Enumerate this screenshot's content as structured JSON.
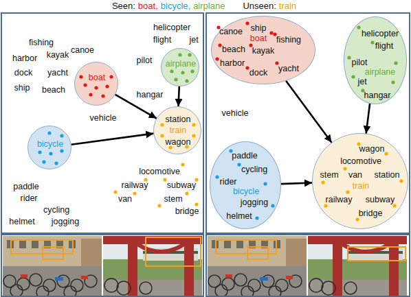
{
  "diagram": {
    "nodes": [
      {
        "text": [
          "boat"
        ]
      },
      {
        "text": [
          "airplane"
        ]
      },
      {
        "text": [
          "bicycle"
        ]
      },
      {
        "text": [
          "station",
          "train",
          "wagon"
        ]
      },
      {
        "text": [
          "canoe",
          "ship",
          "boat",
          "fishing",
          "beach",
          "kayak",
          "harbor",
          "dock",
          "yacht"
        ]
      },
      {
        "text": [
          "helicopter",
          "flight",
          "pilot",
          "airplane",
          "jet",
          "hangar"
        ]
      },
      {
        "text": [
          "paddle",
          "cycling",
          "rider",
          "bicycle",
          "jogging",
          "helmet"
        ]
      },
      {
        "text": [
          "wagon",
          "locomotive",
          "stem",
          "van",
          "station",
          "train",
          "subway",
          "railway",
          "bridge"
        ]
      }
    ],
    "edges": [
      {
        "from": 0,
        "to": 3,
        "arrow": "to"
      },
      {
        "from": 1,
        "to": 3,
        "arrow": "to"
      },
      {
        "from": 2,
        "to": 3,
        "arrow": "to"
      },
      {
        "from": 4,
        "to": 7,
        "arrow": "to"
      },
      {
        "from": 5,
        "to": 7,
        "arrow": "to"
      },
      {
        "from": 6,
        "to": 7,
        "arrow": "to"
      }
    ],
    "labels": [
      "Seen:",
      "boat,",
      "bicycle,",
      "airplane",
      "Unseen:",
      "train",
      "fishing",
      "canoe",
      "harbor",
      "kayak",
      "dock",
      "yacht",
      "ship",
      "beach",
      "helicopter",
      "flight",
      "jet",
      "pilot",
      "hangar",
      "vehicle",
      "paddle",
      "rider",
      "cycling",
      "helmet",
      "jogging",
      "locomotive",
      "railway",
      "subway",
      "van",
      "stem",
      "bridge",
      "vehicle"
    ]
  }
}
